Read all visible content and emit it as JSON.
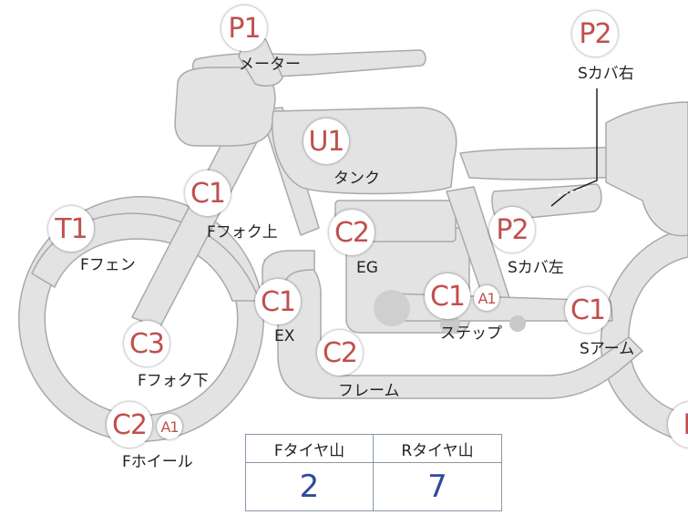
{
  "badges": {
    "p1": "P1",
    "p2_top": "P2",
    "u1": "U1",
    "c1_fork_upper": "C1",
    "t1": "T1",
    "c2_eg": "C2",
    "p2_left": "P2",
    "c1_ex": "C1",
    "c1_step": "C1",
    "a1_step": "A1",
    "c1_arm": "C1",
    "c3": "C3",
    "c2_frame": "C2",
    "c2_wheel": "C2",
    "a1_wheel": "A1",
    "p_partial": "P"
  },
  "labels": {
    "meter": "メーター",
    "s_cover_right": "Sカバ右",
    "tank": "タンク",
    "f_fork_upper": "Fフォク上",
    "f_fender": "Fフェン",
    "eg": "EG",
    "s_cover_left": "Sカバ左",
    "ex": "EX",
    "step": "ステップ",
    "s_arm": "Sアーム",
    "f_fork_lower": "Fフォク下",
    "frame": "フレーム",
    "f_wheel": "Fホイール"
  },
  "score_table": {
    "front_header": "Fタイヤ山",
    "rear_header": "Rタイヤ山",
    "front_value": "2",
    "rear_value": "7"
  },
  "colors": {
    "part_fill": "#e3e3e3",
    "part_stroke": "#a9a9a9",
    "badge_text": "#c0504d",
    "value_text": "#2e4b9a"
  }
}
